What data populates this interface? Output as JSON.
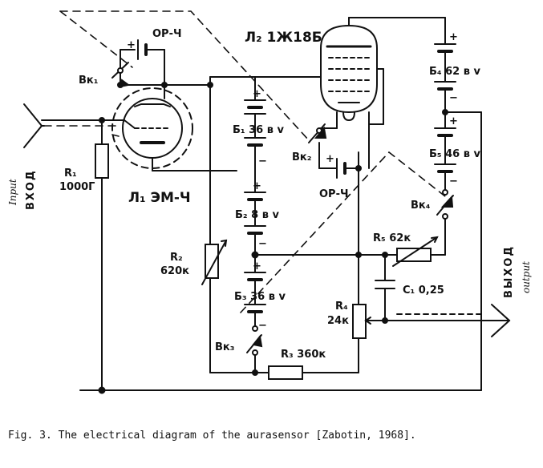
{
  "caption": "Fig. 3. The electrical diagram of the aurasensor [Zabotin, 1968].",
  "labels": {
    "input_en": "Input",
    "input_ru": "ВХОД",
    "output_ru": "ВЫХОД",
    "output_en": "output",
    "r1": "R₁",
    "r1_value": "1000Г",
    "r2": "R₂",
    "r2_value": "620к",
    "r3": "R₃ 360к",
    "r4": "R₄",
    "r4_value": "24к",
    "r5": "R₅ 62к",
    "c1": "C₁ 0,25",
    "l1": "Л₁ ЭМ-Ч",
    "l2": "Л₂ 1Ж18Б",
    "b1": "Б₁ 36 в v",
    "b2": "Б₂ 8 в v",
    "b3": "Б₃ 36 в v",
    "b4": "Б₄ 62 в v",
    "b5": "Б₅ 46 в v",
    "vk1": "Вк₁",
    "vk2": "Вк₂",
    "vk3": "Вк₃",
    "vk4": "Вк₄",
    "op1": "ОР-Ч",
    "op2": "ОР-Ч",
    "plus": "+",
    "minus": "−"
  }
}
